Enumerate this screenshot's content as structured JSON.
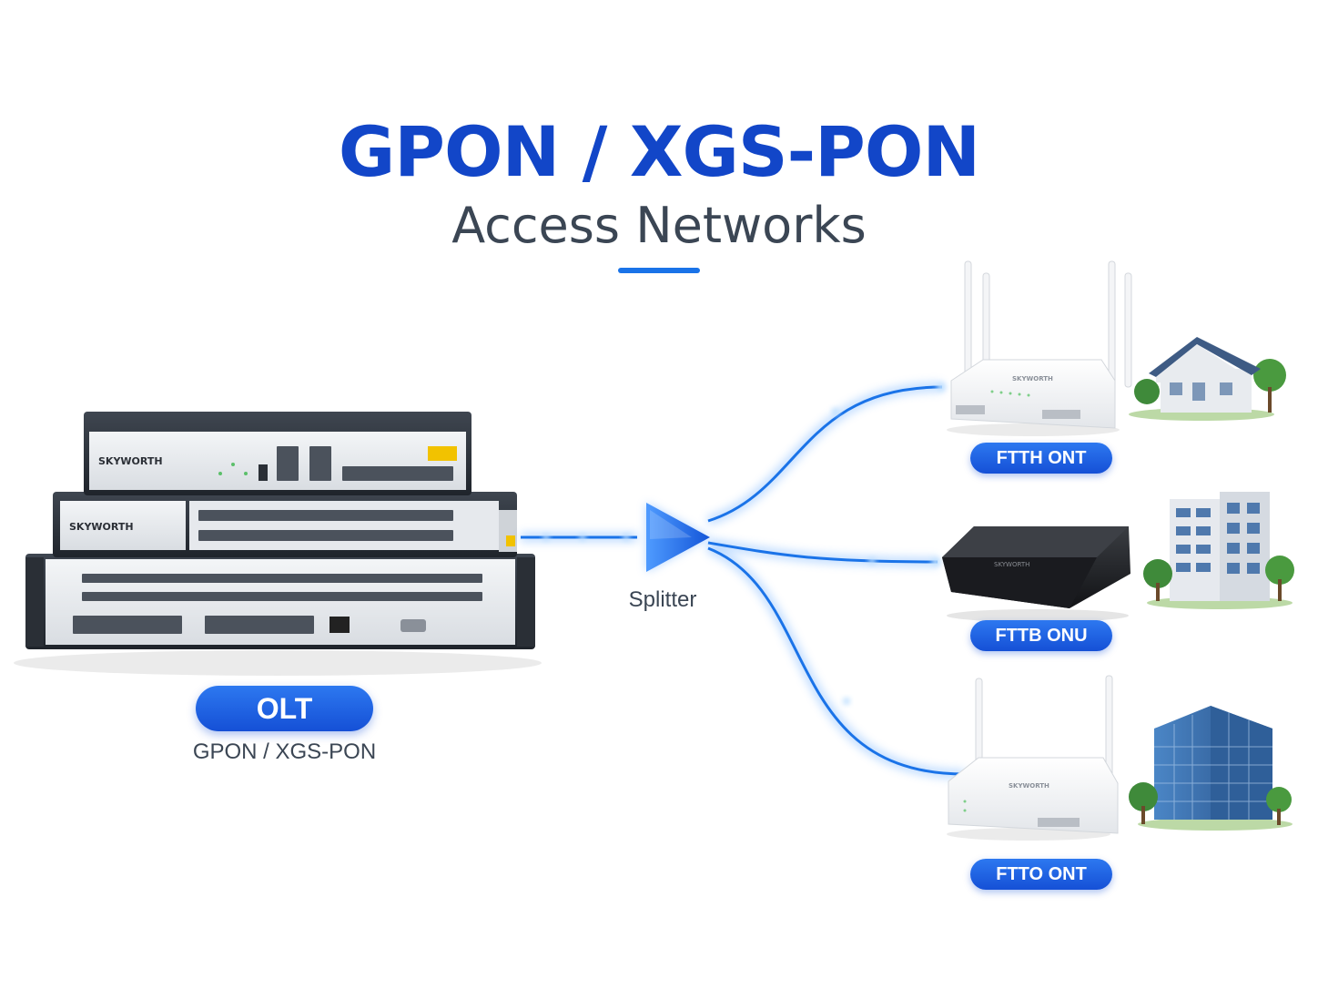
{
  "header": {
    "title": "GPON / XGS-PON",
    "subtitle": "Access Networks"
  },
  "olt": {
    "label": "OLT",
    "sublabel": "GPON / XGS-PON",
    "brand": "SKYWORTH"
  },
  "splitter": {
    "label": "Splitter"
  },
  "endpoints": [
    {
      "label": "FTTH ONT",
      "building": "house",
      "device": "router-4-antenna"
    },
    {
      "label": "FTTB ONU",
      "building": "apartment",
      "device": "black-box"
    },
    {
      "label": "FTTO ONT",
      "building": "office",
      "device": "router-2-antenna"
    }
  ],
  "device_brand": "SKYWORTH",
  "colors": {
    "title_blue": "#1246c8",
    "text_gray": "#3b4654",
    "fiber_blue": "#1a73e8",
    "pill_blue": "#1e5fe0"
  }
}
